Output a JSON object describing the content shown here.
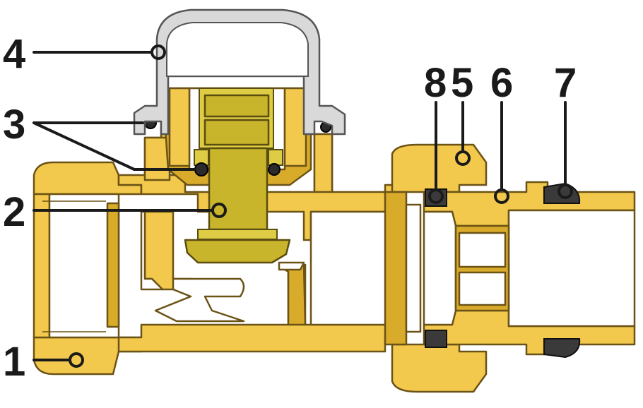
{
  "labels": [
    {
      "id": "label-1",
      "text": "1"
    },
    {
      "id": "label-2",
      "text": "2"
    },
    {
      "id": "label-3",
      "text": "3"
    },
    {
      "id": "label-4",
      "text": "4"
    },
    {
      "id": "label-5",
      "text": "5"
    },
    {
      "id": "label-6",
      "text": "6"
    },
    {
      "id": "label-7",
      "text": "7"
    },
    {
      "id": "label-8",
      "text": "8"
    }
  ],
  "colors": {
    "brass": "#f2c94c",
    "brass_dark": "#d9ab2a",
    "stem": "#c9b52c",
    "cap": "#d9d9d9",
    "seal": "#3a3a3a",
    "outline": "#6b5317",
    "label": "#1a1a1a"
  }
}
